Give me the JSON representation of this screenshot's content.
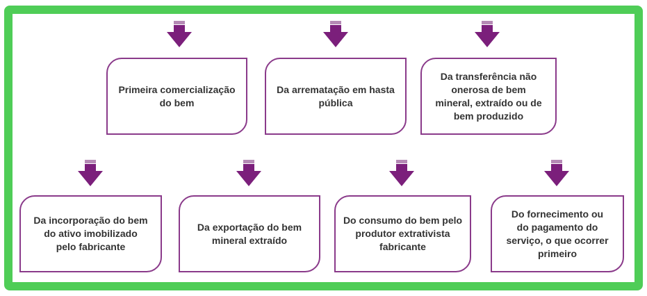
{
  "colors": {
    "frame": "#4fcd57",
    "accent": "#7b1f7b",
    "border": "#8a3a8a"
  },
  "top_row": [
    {
      "text": "Primeira comercialização do bem"
    },
    {
      "text": "Da arrematação em hasta pública"
    },
    {
      "text": "Da transferência não onerosa de bem mineral, extraído ou de bem produzido"
    }
  ],
  "bottom_row": [
    {
      "text": "Da incorporação do bem do ativo imobilizado pelo fabricante"
    },
    {
      "text": "Da exportação do bem mineral extraído"
    },
    {
      "text": "Do consumo do bem pelo produtor extrativista fabricante"
    },
    {
      "text": "Do fornecimento ou do pagamento do serviço, o que ocorrer primeiro"
    }
  ]
}
